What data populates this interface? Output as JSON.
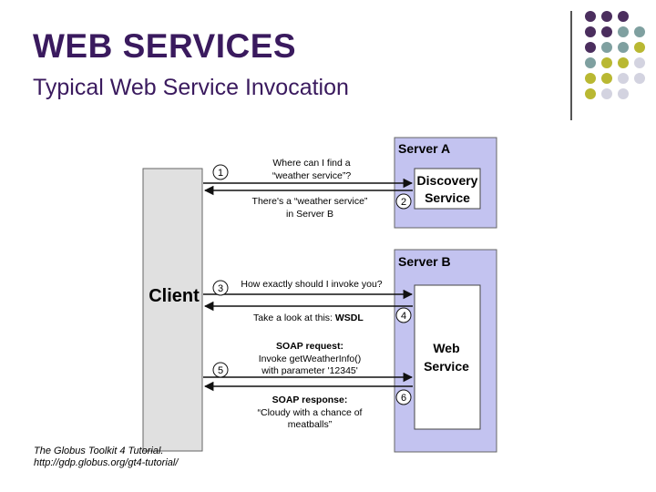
{
  "slide": {
    "title": "WEB SERVICES",
    "subtitle": "Typical Web Service Invocation",
    "citation": [
      "The Globus Toolkit 4 Tutorial.",
      "http://gdp.globus.org/gt4-tutorial/"
    ]
  },
  "decoration": {
    "dot_colors": {
      "purple": "#4b2e5e",
      "teal": "#7fa0a0",
      "olive": "#b9b832",
      "light": "#d3d3e0"
    }
  },
  "diagram": {
    "client_label": "Client",
    "server_a": {
      "label": "Server A",
      "service_line1": "Discovery",
      "service_line2": "Service"
    },
    "server_b": {
      "label": "Server B",
      "service_line1": "Web",
      "service_line2": "Service"
    },
    "steps": [
      {
        "number": "1",
        "lines": [
          "Where can I find a",
          "“weather service”?"
        ]
      },
      {
        "number": "2",
        "lines": [
          "There's a “weather service”",
          "in Server B"
        ]
      },
      {
        "number": "3",
        "lines": [
          "How exactly should I invoke you?"
        ]
      },
      {
        "number": "4",
        "text_prefix": "Take a look at this: ",
        "text_bold": "WSDL"
      },
      {
        "number": "5",
        "bold": "SOAP request:",
        "lines": [
          "Invoke getWeatherInfo()",
          "with parameter '12345'"
        ]
      },
      {
        "number": "6",
        "bold": "SOAP response:",
        "lines": [
          "“Cloudy with a chance of",
          "meatballs”"
        ]
      }
    ]
  },
  "colors": {
    "title": "#3a1a5e",
    "server_fill": "#c3c3f0",
    "client_fill": "#e0e0e0"
  }
}
